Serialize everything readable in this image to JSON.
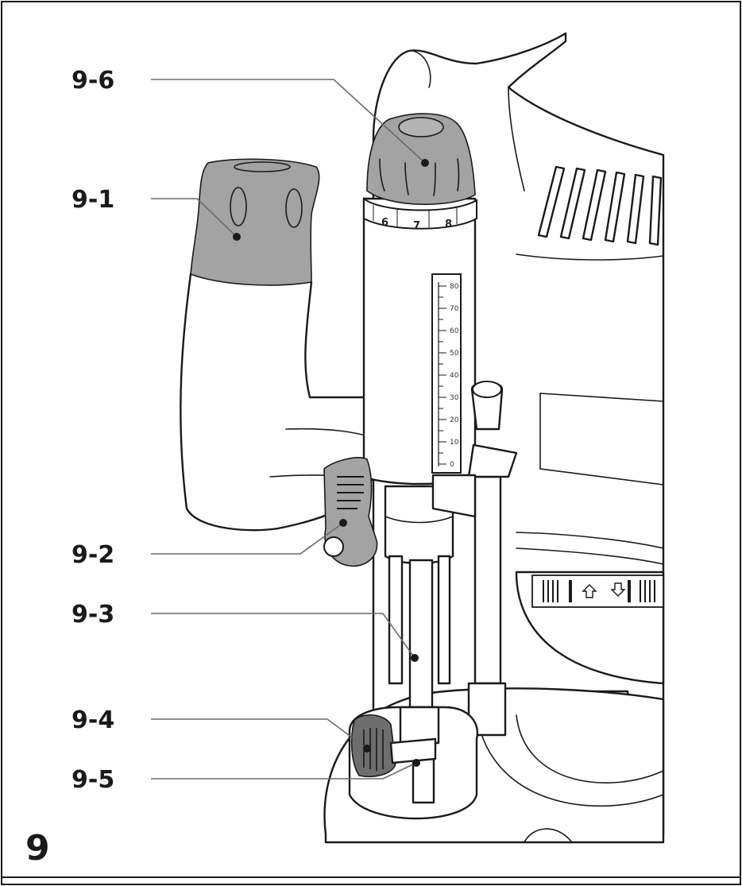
{
  "figure": {
    "number": "9"
  },
  "callouts": [
    {
      "id": "9-1",
      "label": "9-1"
    },
    {
      "id": "9-2",
      "label": "9-2"
    },
    {
      "id": "9-3",
      "label": "9-3"
    },
    {
      "id": "9-4",
      "label": "9-4"
    },
    {
      "id": "9-5",
      "label": "9-5"
    },
    {
      "id": "9-6",
      "label": "9-6"
    }
  ],
  "depth_scale": {
    "ticks": [
      "80",
      "70",
      "60",
      "50",
      "40",
      "30",
      "20",
      "10",
      "0"
    ]
  },
  "dial_ring": {
    "numbers": [
      "6",
      "7",
      "8"
    ]
  },
  "colors": {
    "line": "#1a1a1a",
    "leader": "#6a6a6a",
    "highlight": "#a3a3a3"
  }
}
